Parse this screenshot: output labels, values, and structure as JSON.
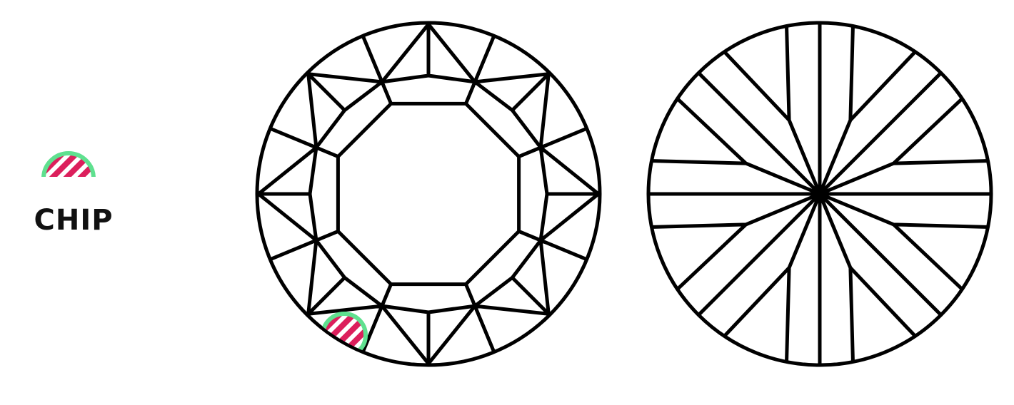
{
  "legend": {
    "label": "CHIP",
    "icon": "chip-icon"
  },
  "colors": {
    "outline": "#000000",
    "chip_ring": "#5fe08f",
    "chip_stripe": "#dc1f5c",
    "background": "#ffffff"
  },
  "diagrams": [
    {
      "view": "crown",
      "icon": "diamond-crown-facet-icon"
    },
    {
      "view": "pavilion",
      "icon": "diamond-pavilion-facet-icon"
    }
  ]
}
